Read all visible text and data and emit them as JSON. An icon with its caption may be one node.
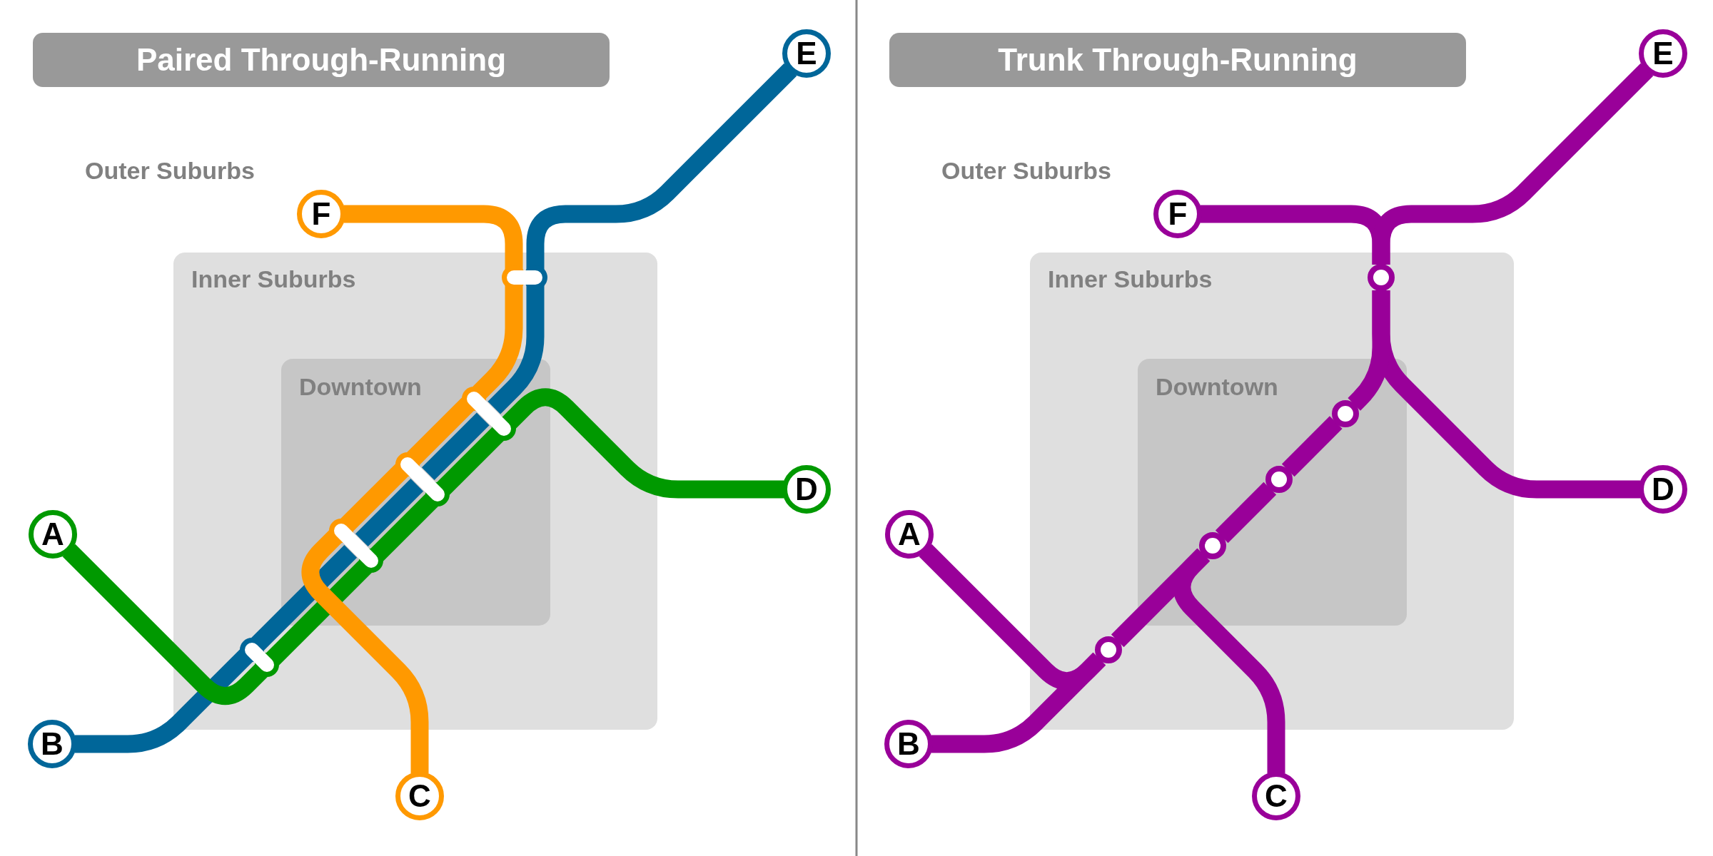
{
  "diagram": {
    "nodes": [
      {
        "text": [
          "Paired Through-Running"
        ]
      },
      {
        "text": [
          "Inner Suburbs"
        ]
      },
      {
        "text": [
          "Downtown"
        ],
        "in": 1
      },
      {
        "text": [
          "F"
        ]
      },
      {
        "text": [
          "E"
        ]
      },
      {
        "text": [
          "A"
        ]
      },
      {
        "text": [
          "D"
        ]
      },
      {
        "text": [
          "B"
        ]
      },
      {
        "text": [
          "C"
        ]
      },
      {
        "text": [],
        "shape": "bar",
        "in": 1
      },
      {
        "text": [],
        "shape": "bar",
        "in": 2
      },
      {
        "text": [],
        "shape": "bar",
        "in": 2
      },
      {
        "text": [],
        "shape": "bar",
        "in": 2
      },
      {
        "text": [],
        "shape": "bar",
        "in": 1
      },
      {
        "text": [
          "Trunk Through-Running"
        ]
      },
      {
        "text": [
          "Inner Suburbs"
        ]
      },
      {
        "text": [
          "Downtown"
        ],
        "in": 15
      },
      {
        "text": [
          "F"
        ]
      },
      {
        "text": [
          "E"
        ]
      },
      {
        "text": [
          "A"
        ]
      },
      {
        "text": [
          "D"
        ]
      },
      {
        "text": [
          "B"
        ]
      },
      {
        "text": [
          "C"
        ]
      },
      {
        "text": [],
        "shape": "circle",
        "in": 15
      },
      {
        "text": [],
        "shape": "circle",
        "in": 16
      },
      {
        "text": [],
        "shape": "circle",
        "in": 16
      },
      {
        "text": [],
        "shape": "circle",
        "in": 16
      },
      {
        "text": [],
        "shape": "circle",
        "in": 15
      }
    ],
    "edges": [
      {
        "from": 7,
        "to": 13,
        "arrow": "none",
        "color": "#006699"
      },
      {
        "from": 13,
        "to": 12,
        "arrow": "none",
        "color": "#006699"
      },
      {
        "from": 12,
        "to": 11,
        "arrow": "none",
        "color": "#006699"
      },
      {
        "from": 11,
        "to": 10,
        "arrow": "none",
        "color": "#006699"
      },
      {
        "from": 10,
        "to": 9,
        "arrow": "none",
        "color": "#006699"
      },
      {
        "from": 9,
        "to": 4,
        "arrow": "none",
        "color": "#006699"
      },
      {
        "from": 5,
        "to": 13,
        "arrow": "none",
        "color": "#009900"
      },
      {
        "from": 13,
        "to": 12,
        "arrow": "none",
        "color": "#009900"
      },
      {
        "from": 12,
        "to": 11,
        "arrow": "none",
        "color": "#009900"
      },
      {
        "from": 11,
        "to": 10,
        "arrow": "none",
        "color": "#009900"
      },
      {
        "from": 10,
        "to": 6,
        "arrow": "none",
        "color": "#009900"
      },
      {
        "from": 3,
        "to": 9,
        "arrow": "none",
        "color": "#ff9900"
      },
      {
        "from": 9,
        "to": 10,
        "arrow": "none",
        "color": "#ff9900"
      },
      {
        "from": 10,
        "to": 11,
        "arrow": "none",
        "color": "#ff9900"
      },
      {
        "from": 11,
        "to": 12,
        "arrow": "none",
        "color": "#ff9900"
      },
      {
        "from": 12,
        "to": 8,
        "arrow": "none",
        "color": "#ff9900"
      },
      {
        "from": 17,
        "to": 23,
        "arrow": "none"
      },
      {
        "from": 18,
        "to": 23,
        "arrow": "none"
      },
      {
        "from": 23,
        "to": 20,
        "arrow": "none"
      },
      {
        "from": 23,
        "to": 24,
        "arrow": "none"
      },
      {
        "from": 24,
        "to": 25,
        "arrow": "none"
      },
      {
        "from": 25,
        "to": 26,
        "arrow": "none"
      },
      {
        "from": 26,
        "to": 22,
        "arrow": "none"
      },
      {
        "from": 26,
        "to": 27,
        "arrow": "none"
      },
      {
        "from": 27,
        "to": 19,
        "arrow": "none"
      },
      {
        "from": 27,
        "to": 21,
        "arrow": "none"
      }
    ],
    "labels": [
      "Outer Suburbs",
      "Outer Suburbs"
    ]
  }
}
